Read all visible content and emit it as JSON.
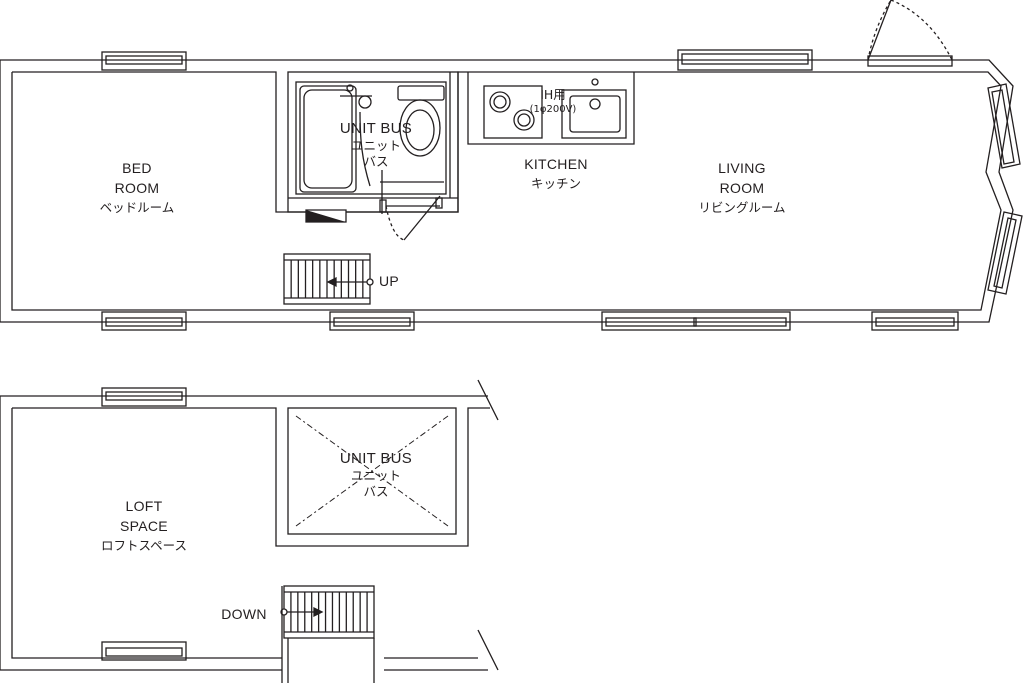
{
  "ground_floor": {
    "bedroom": {
      "en_line1": "BED",
      "en_line2": "ROOM",
      "jp": "ベッドルーム"
    },
    "unit_bus": {
      "en": "UNIT BUS",
      "jp_line1": "ユニット",
      "jp_line2": "バス"
    },
    "kitchen": {
      "en": "KITCHEN",
      "jp": "キッチン",
      "cooktop": "IH用",
      "power": "(1φ200V)"
    },
    "living": {
      "en_line1": "LIVING",
      "en_line2": "ROOM",
      "jp": "リビングルーム"
    },
    "stairs": {
      "label": "UP"
    }
  },
  "loft_floor": {
    "loft": {
      "en_line1": "LOFT",
      "en_line2": "SPACE",
      "jp": "ロフトスペース"
    },
    "unit_bus": {
      "en": "UNIT BUS",
      "jp_line1": "ユニット",
      "jp_line2": "バス"
    },
    "stairs": {
      "label": "DOWN"
    }
  },
  "colors": {
    "line": "#231f20",
    "background": "#ffffff"
  }
}
